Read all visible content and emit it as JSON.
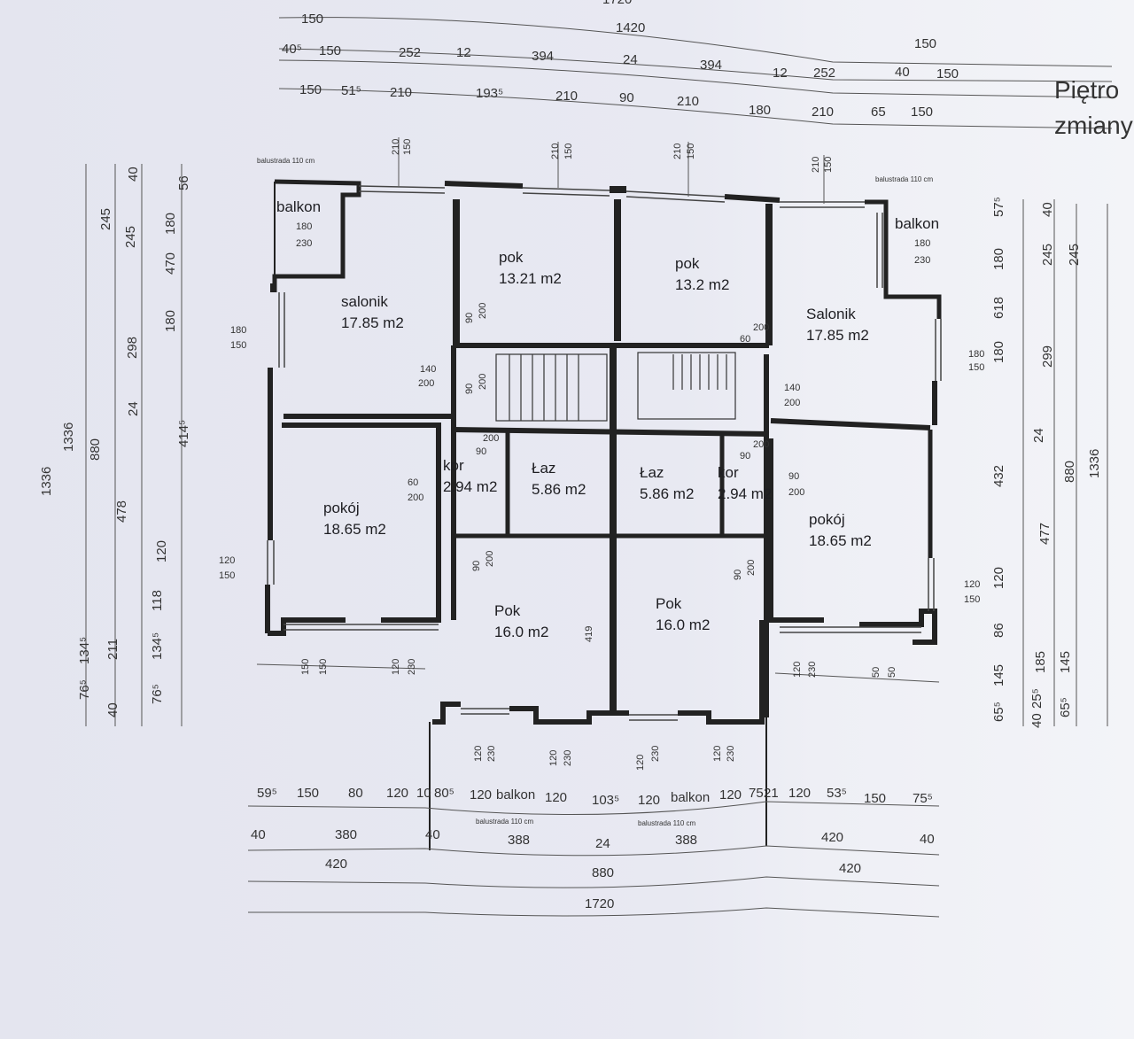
{
  "title": {
    "line1": "Piętro",
    "line2": "zmiany"
  },
  "rooms": [
    {
      "name": "balkon",
      "dims": "180",
      "dims2": "230"
    },
    {
      "name": "salonik",
      "area": "17.85 m2"
    },
    {
      "name": "pok",
      "area": "13.21 m2"
    },
    {
      "name": "pok",
      "area": "13.2 m2"
    },
    {
      "name": "Salonik",
      "area": "17.85 m2"
    },
    {
      "name": "balkon",
      "dims": "180",
      "dims2": "230"
    },
    {
      "name": "kor",
      "area": "2.94 m2"
    },
    {
      "name": "Łaz",
      "area": "5.86 m2"
    },
    {
      "name": "Łaz",
      "area": "5.86 m2"
    },
    {
      "name": "kor",
      "area": "2.94 m2"
    },
    {
      "name": "pokój",
      "area": "18.65 m2"
    },
    {
      "name": "pokój",
      "area": "18.65 m2"
    },
    {
      "name": "Pok",
      "area": "16.0 m2"
    },
    {
      "name": "Pok",
      "area": "16.0 m2"
    }
  ],
  "notes": {
    "balustrade": "balustrada 110 cm",
    "balkon": "balkon"
  },
  "dims_top": [
    "1720",
    "150",
    "1420",
    "40⁵",
    "150",
    "252",
    "12",
    "394",
    "24",
    "394",
    "12",
    "252",
    "150",
    "40",
    "150",
    "150",
    "51⁵",
    "210",
    "193⁵",
    "210",
    "90",
    "210",
    "180",
    "210",
    "65",
    "150"
  ],
  "dims_bottom": [
    "59⁵",
    "150",
    "80",
    "120",
    "10",
    "80⁵",
    "120",
    "120",
    "103⁵",
    "120",
    "120",
    "75",
    "21",
    "120",
    "53⁵",
    "150",
    "75⁵",
    "40",
    "380",
    "40",
    "388",
    "24",
    "388",
    "420",
    "40",
    "420",
    "880",
    "420",
    "1720"
  ],
  "dims_left": [
    "1336",
    "76⁵",
    "134⁵",
    "40",
    "880",
    "211",
    "24",
    "245",
    "40",
    "478",
    "1336",
    "76⁵",
    "134⁵",
    "118",
    "120",
    "414⁵",
    "180",
    "470",
    "180",
    "56",
    "298",
    "245"
  ],
  "dims_right": [
    "57⁵",
    "180",
    "618",
    "180",
    "432",
    "120",
    "86",
    "145",
    "65⁵",
    "24",
    "299",
    "245",
    "40",
    "477",
    "185",
    "145",
    "40",
    "25⁵",
    "880",
    "245",
    "65⁵",
    "1336"
  ],
  "openings": [
    "210",
    "150",
    "210",
    "150",
    "210",
    "150",
    "210",
    "150",
    "180",
    "150",
    "140",
    "200",
    "90",
    "200",
    "90",
    "200",
    "60",
    "200",
    "90",
    "200",
    "60",
    "200",
    "140",
    "200",
    "180",
    "150",
    "90",
    "200",
    "90",
    "200",
    "90",
    "200",
    "90",
    "200",
    "120",
    "150",
    "120",
    "150",
    "150",
    "150",
    "120",
    "230",
    "120",
    "230",
    "50",
    "50",
    "120",
    "230",
    "120",
    "230",
    "120",
    "230",
    "120",
    "230",
    "419"
  ]
}
